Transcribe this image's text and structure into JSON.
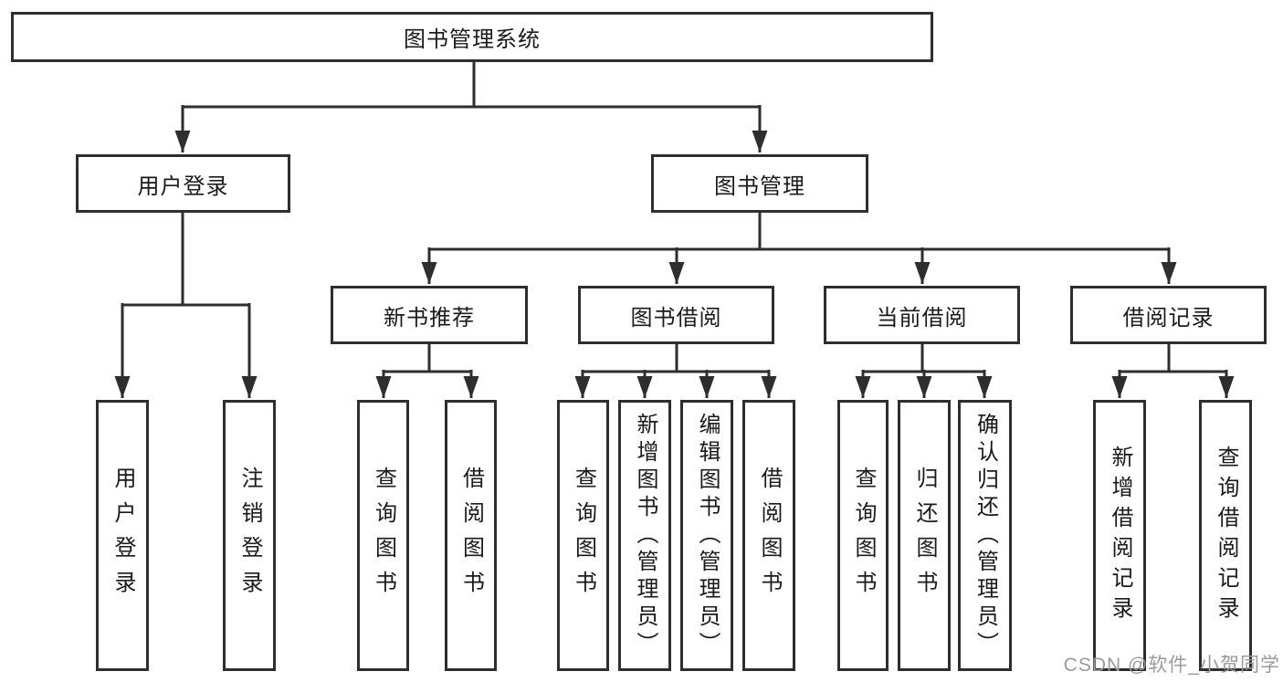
{
  "tree": {
    "label": "图书管理系统",
    "children": [
      {
        "label": "用户登录",
        "children": [
          {
            "label": "用户登录"
          },
          {
            "label": "注销登录"
          }
        ]
      },
      {
        "label": "图书管理",
        "children": [
          {
            "label": "新书推荐",
            "children": [
              {
                "label": "查询图书"
              },
              {
                "label": "借阅图书"
              }
            ]
          },
          {
            "label": "图书借阅",
            "children": [
              {
                "label": "查询图书"
              },
              {
                "label": "新增图书（管理员）"
              },
              {
                "label": "编辑图书（管理员）"
              },
              {
                "label": "借阅图书"
              }
            ]
          },
          {
            "label": "当前借阅",
            "children": [
              {
                "label": "查询图书"
              },
              {
                "label": "归还图书"
              },
              {
                "label": "确认归还（管理员）"
              }
            ]
          },
          {
            "label": "借阅记录",
            "children": [
              {
                "label": "新增借阅记录"
              },
              {
                "label": "查询借阅记录"
              }
            ]
          }
        ]
      }
    ]
  },
  "watermark": {
    "text": "CSDN @软件_小贺同学"
  },
  "colors": {
    "line": "#2e2e2e",
    "box_border": "#2e2e2e",
    "text": "#1a1a1a",
    "watermark": "#9a9a9a",
    "background": "#ffffff"
  }
}
